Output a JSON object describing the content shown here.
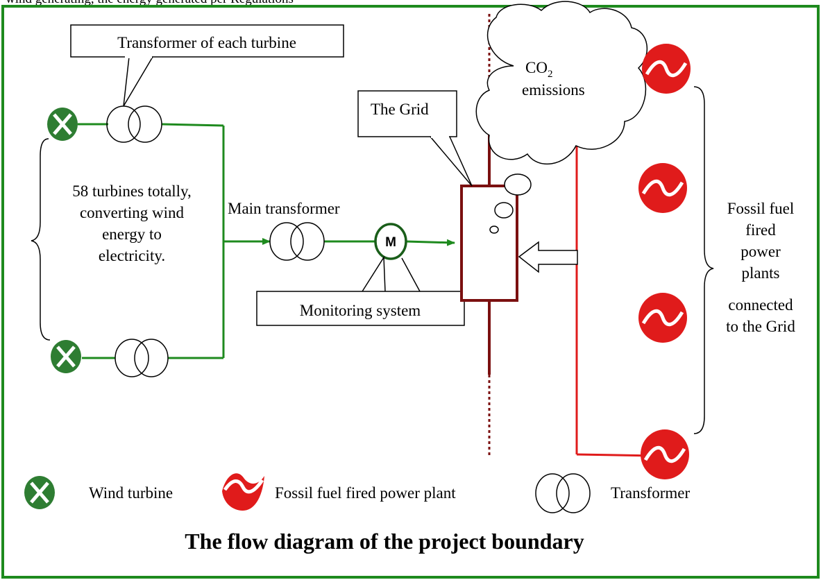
{
  "top_text": "wind generating, the energy generated per Regulations",
  "labels": {
    "transformer_each": "Transformer of each turbine",
    "turbines_line1": "58 turbines totally,",
    "turbines_line2": "converting wind",
    "turbines_line3": "energy to",
    "turbines_line4": "electricity.",
    "main_transformer": "Main transformer",
    "meter_letter": "M",
    "monitoring": "Monitoring system",
    "grid": "The Grid",
    "co2_main": "CO",
    "co2_sub": "2",
    "emissions": "emissions",
    "fossil_line1": "Fossil fuel",
    "fossil_line2": "fired",
    "fossil_line3": "power",
    "fossil_line4": "plants",
    "fossil_line5": "connected",
    "fossil_line6": "to the Grid"
  },
  "legend": {
    "wind_turbine": "Wind turbine",
    "fossil_plant": "Fossil fuel fired power plant",
    "transformer": "Transformer"
  },
  "title": "The flow diagram of the project boundary",
  "colors": {
    "frame_green": "#1e8a1e",
    "line_green": "#1e8a1e",
    "turbine_green": "#2e7d32",
    "grid_brown": "#7b1010",
    "fossil_red": "#e01b1b",
    "black": "#000000"
  }
}
